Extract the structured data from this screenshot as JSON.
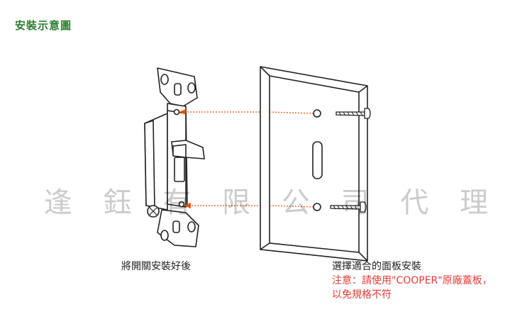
{
  "title": "安裝示意圖",
  "watermark": [
    "逢",
    "鈺",
    "有",
    "限",
    "公",
    "司",
    "代",
    "理"
  ],
  "left_caption": "將開關安裝好後",
  "right_caption": "選擇適合的面板安裝",
  "note_line1": "注意：請使用\"COOPER\"原廠蓋板，",
  "note_line2": "以免規格不符",
  "colors": {
    "title": "#2e7d32",
    "note": "#e53935",
    "leader": "#e65100",
    "line": "#222222"
  }
}
